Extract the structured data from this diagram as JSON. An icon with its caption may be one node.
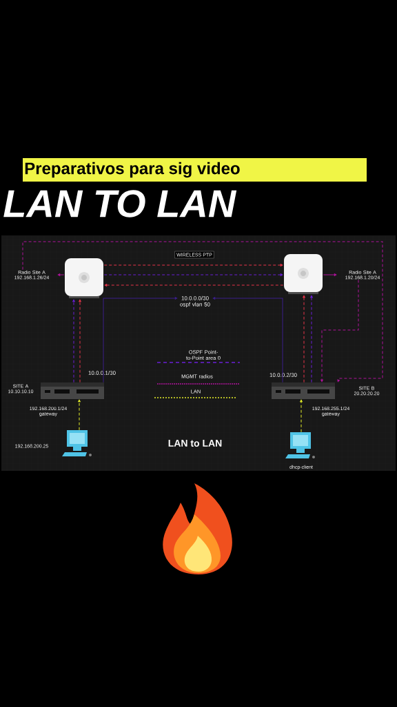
{
  "diagram": {
    "nodes": [
      {
        "text": [
          "Radio Site A 192.168.1.26/24"
        ]
      },
      {
        "text": [],
        "shape": "picture"
      },
      {
        "text": [],
        "shape": "picture"
      },
      {
        "text": [
          "Radio Site A 192.168.1.20/24"
        ]
      },
      {
        "text": [],
        "shape": "picture",
        "beside": [
          "SITE A 10.10.10.10",
          "10.0.0.1/30",
          "192.168.200.1/24 gateway"
        ]
      },
      {
        "text": [],
        "shape": "picture",
        "beside": [
          "10.0.0.2/30",
          "SITE B 20.20.20.20",
          "192.168.255.1/24 gateway"
        ]
      },
      {
        "text": [],
        "shape": "picture",
        "beside": [
          "192.168.200.25"
        ]
      },
      {
        "text": [],
        "shape": "picture",
        "beside": [
          "dhcp-client"
        ]
      },
      {
        "text": [
          "WIRELESS PTP"
        ]
      },
      {
        "text": [
          "10.0.0.0/30 ospf vlan 50"
        ]
      }
    ],
    "edges": [
      {
        "from": 1,
        "to": 0,
        "arrow": "to",
        "color": "#b0139c"
      },
      {
        "from": 2,
        "to": 3,
        "arrow": "to",
        "color": "#b0139c"
      },
      {
        "from": 1,
        "to": 2,
        "arrow": "to",
        "style": "dashed",
        "color": "#e8344a"
      },
      {
        "from": 1,
        "to": 2,
        "arrow": "to",
        "style": "dashed",
        "color": "#6a1fd6"
      },
      {
        "from": 2,
        "to": 1,
        "arrow": "to",
        "style": "dashed",
        "color": "#e8344a"
      },
      {
        "from": 4,
        "to": 1,
        "arrow": "to",
        "style": "dashed",
        "color": "#e8344a"
      },
      {
        "from": 4,
        "to": 1,
        "arrow": "to",
        "style": "dashed",
        "color": "#6a1fd6"
      },
      {
        "from": 5,
        "to": 2,
        "arrow": "to",
        "style": "dashed",
        "color": "#e8344a"
      },
      {
        "from": 5,
        "to": 2,
        "arrow": "to",
        "style": "dashed",
        "color": "#6a1fd6"
      },
      {
        "from": 4,
        "to": 9,
        "arrow": "to",
        "color": "#3b1f8a"
      },
      {
        "from": 5,
        "to": 9,
        "arrow": "to",
        "color": "#3b1f8a"
      },
      {
        "from": 0,
        "to": 5,
        "arrow": "to",
        "style": "dashed",
        "color": "#b0139c"
      },
      {
        "from": 3,
        "to": 5,
        "arrow": "to",
        "style": "dashed",
        "color": "#b0139c"
      },
      {
        "from": 6,
        "to": 4,
        "arrow": "to",
        "style": "dashed",
        "color": "#e6f02a"
      },
      {
        "from": 7,
        "to": 5,
        "arrow": "to",
        "style": "dashed",
        "color": "#e6f02a"
      }
    ],
    "labels": [
      "Preparativos para sig video",
      "LAN TO LAN",
      "LAN to LAN"
    ],
    "legend": [
      {
        "text": "OSPF Point-to-Point area 0"
      },
      {
        "text": "MGMT radios"
      },
      {
        "text": "LAN"
      }
    ]
  }
}
